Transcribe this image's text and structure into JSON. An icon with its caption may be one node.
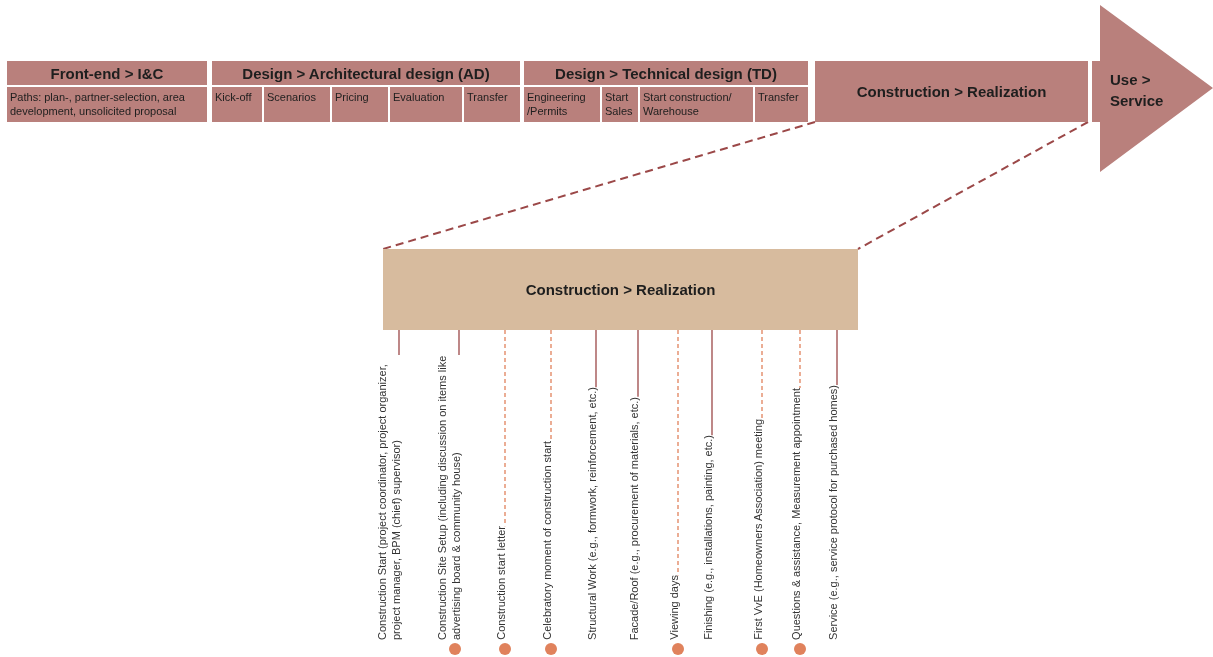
{
  "diagram": {
    "nodes": [
      {
        "text": [
          "Front-end > I&C"
        ]
      },
      {
        "text": [
          "Paths: plan-, partner-selection, area development, unsolicited proposal"
        ]
      },
      {
        "text": [
          "Design > Architectural design (AD)"
        ]
      },
      {
        "text": [
          "Kick-off"
        ]
      },
      {
        "text": [
          "Scenarios"
        ]
      },
      {
        "text": [
          "Pricing"
        ]
      },
      {
        "text": [
          "Evaluation"
        ]
      },
      {
        "text": [
          "Transfer"
        ]
      },
      {
        "text": [
          "Design > Technical design (TD)"
        ]
      },
      {
        "text": [
          "Engineering /Permits"
        ]
      },
      {
        "text": [
          "Start Sales"
        ]
      },
      {
        "text": [
          "Start construction/ Warehouse"
        ]
      },
      {
        "text": [
          "Transfer"
        ]
      },
      {
        "text": [
          "Construction > Realization"
        ]
      },
      {
        "text": [
          "Use > Service"
        ]
      },
      {
        "text": [
          "Construction > Realization"
        ]
      },
      {
        "text": [
          "Construction Start (project coordinator, project organizer, project manager, BPM (chief) supervisor)"
        ]
      },
      {
        "text": [
          "Construction Site Setup (including discussion on items like advertising board & community house)"
        ]
      },
      {
        "text": [
          "Construction start letter"
        ]
      },
      {
        "text": [
          "Celebratory moment of construction start"
        ]
      },
      {
        "text": [
          "Structural Work (e.g., formwork, reinforcement, etc.)"
        ]
      },
      {
        "text": [
          "Facade/Roof (e.g., procurement of materials, etc.)"
        ]
      },
      {
        "text": [
          "Viewing days"
        ]
      },
      {
        "text": [
          "Finishing (e.g., installations, painting, etc.)"
        ]
      },
      {
        "text": [
          "First VvE (Homeowners Association) meeting"
        ]
      },
      {
        "text": [
          "Questions & assistance, Measurement appointment"
        ]
      },
      {
        "text": [
          "Service (e.g., service protocol for purchased homes)"
        ]
      },
      {
        "text": [],
        "shape": "circle"
      },
      {
        "text": [],
        "shape": "circle"
      },
      {
        "text": [],
        "shape": "circle"
      },
      {
        "text": [],
        "shape": "circle"
      },
      {
        "text": [],
        "shape": "circle"
      },
      {
        "text": [],
        "shape": "circle"
      }
    ],
    "edges": [
      {
        "from": 13,
        "to": 15,
        "arrow": "none",
        "style": "dashed"
      },
      {
        "from": 13,
        "to": 15,
        "arrow": "none",
        "style": "dashed"
      },
      {
        "from": 15,
        "to": 16,
        "arrow": "none"
      },
      {
        "from": 15,
        "to": 17,
        "arrow": "none"
      },
      {
        "from": 15,
        "to": 18,
        "arrow": "none",
        "style": "dashed",
        "color": "#e0825c"
      },
      {
        "from": 15,
        "to": 19,
        "arrow": "none",
        "style": "dashed",
        "color": "#e0825c"
      },
      {
        "from": 15,
        "to": 20,
        "arrow": "none"
      },
      {
        "from": 15,
        "to": 21,
        "arrow": "none"
      },
      {
        "from": 15,
        "to": 22,
        "arrow": "none",
        "style": "dashed",
        "color": "#e0825c"
      },
      {
        "from": 15,
        "to": 23,
        "arrow": "none"
      },
      {
        "from": 15,
        "to": 24,
        "arrow": "none",
        "style": "dashed",
        "color": "#e0825c"
      },
      {
        "from": 15,
        "to": 25,
        "arrow": "none",
        "style": "dashed",
        "color": "#e0825c"
      },
      {
        "from": 15,
        "to": 26,
        "arrow": "none"
      }
    ]
  }
}
